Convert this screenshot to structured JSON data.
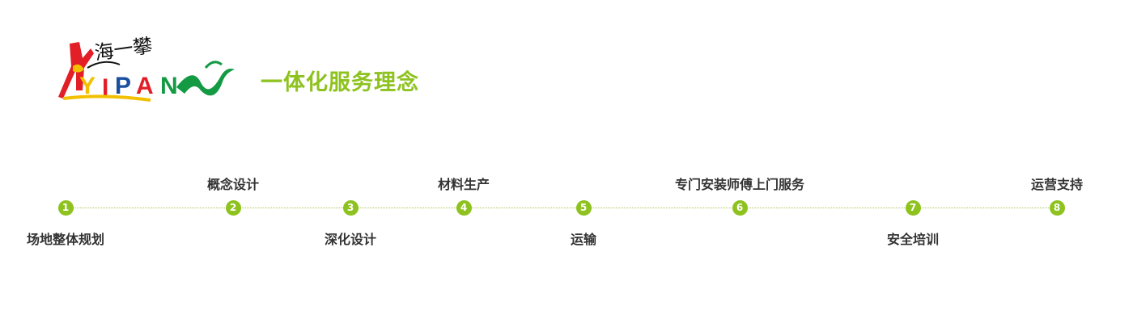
{
  "brand": {
    "logo_icon": "yipan-climber-logo",
    "logo_chinese": "海一攀",
    "logo_letters": [
      "Y",
      "I",
      "P",
      "A",
      "N"
    ]
  },
  "headline": {
    "text": "一体化服务理念"
  },
  "colors": {
    "accent": "#8ec21f",
    "label": "#333333",
    "dotted_line": "#a8c84a"
  },
  "steps": [
    {
      "number": "1",
      "label": "场地整体规划",
      "position": "below"
    },
    {
      "number": "2",
      "label": "概念设计",
      "position": "above"
    },
    {
      "number": "3",
      "label": "深化设计",
      "position": "below"
    },
    {
      "number": "4",
      "label": "材料生产",
      "position": "above"
    },
    {
      "number": "5",
      "label": "运输",
      "position": "below"
    },
    {
      "number": "6",
      "label": "专门安装师傅上门服务",
      "position": "above"
    },
    {
      "number": "7",
      "label": "安全培训",
      "position": "below"
    },
    {
      "number": "8",
      "label": "运营支持",
      "position": "above"
    }
  ]
}
